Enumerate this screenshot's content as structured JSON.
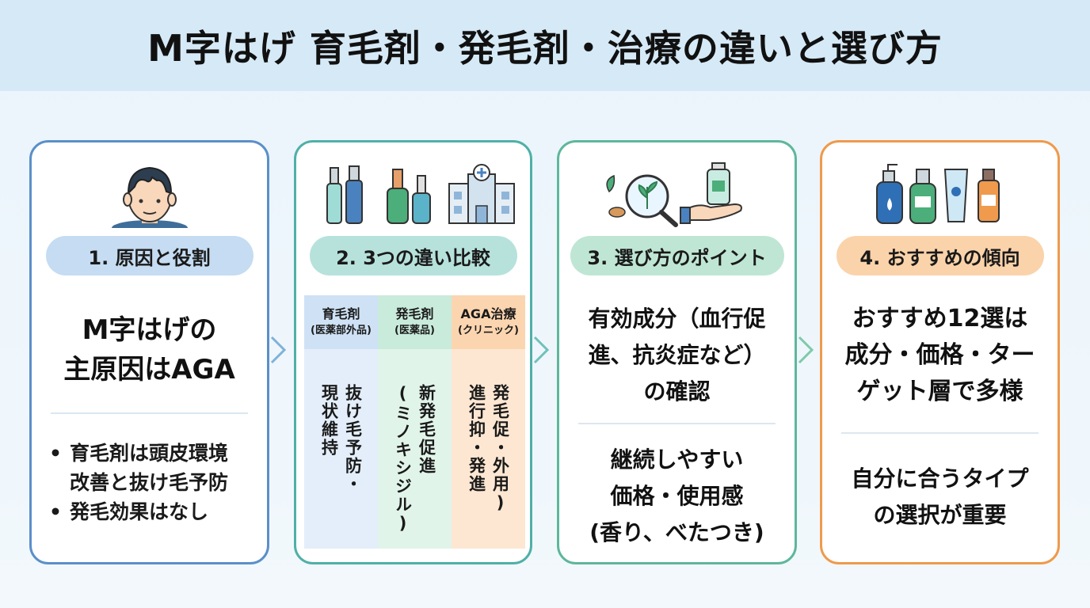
{
  "title": "M字はげ 育毛剤・発毛剤・治療の違いと選び方",
  "cards": {
    "c1": {
      "label": "1. 原因と役割",
      "main": [
        "M字はげの",
        "主原因はAGA"
      ],
      "bullets": [
        "育毛剤は頭皮環境",
        "改善と抜け毛予防",
        "発毛効果はなし"
      ]
    },
    "c2": {
      "label": "2. 3つの違い比較",
      "columns": [
        {
          "head": "育毛剤",
          "sub": "(医薬部外品)",
          "lines": [
            "抜け毛予防・",
            "現状維持"
          ]
        },
        {
          "head": "発毛剤",
          "sub": "(医薬品)",
          "lines": [
            "新発毛促進",
            "(ミノキシジル)"
          ]
        },
        {
          "head": "AGA治療",
          "sub": "(クリニック)",
          "lines": [
            "発毛促・外用)",
            "進行抑・発進"
          ]
        }
      ]
    },
    "c3": {
      "label": "3. 選び方のポイント",
      "main": [
        "有効成分（血行促",
        "進、抗炎症など）",
        "の確認"
      ],
      "secondary": [
        "継続しやすい",
        "価格・使用感",
        "(香り、べたつき)"
      ]
    },
    "c4": {
      "label": "4. おすすめの傾向",
      "main": [
        "おすすめ12選は",
        "成分・価格・ター",
        "ゲット層で多様"
      ],
      "secondary": [
        "自分に合うタイプ",
        "の選択が重要"
      ]
    }
  },
  "colors": {
    "blue": "#5b8fc9",
    "teal": "#4fb0a8",
    "green": "#5eb79a",
    "orange": "#ef9a4c"
  },
  "icons": [
    "head-hair-loss-icon",
    "bottles-icon",
    "hospital-icon",
    "magnifier-leaf-icon",
    "hand-bottle-icon",
    "product-bottles-icon",
    "chevron-right-icon"
  ]
}
